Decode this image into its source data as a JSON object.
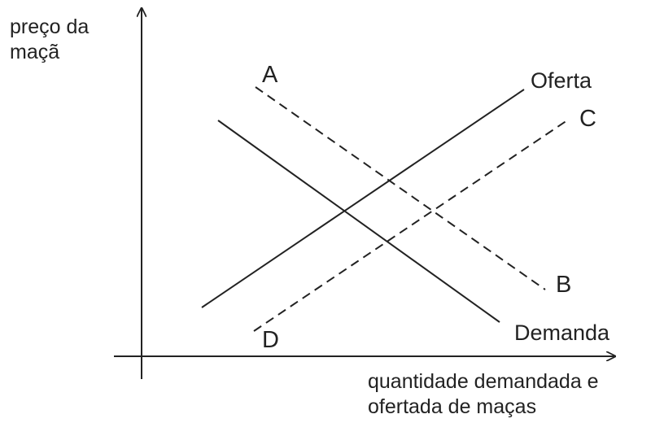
{
  "axes": {
    "y_label_line1": "preço da",
    "y_label_line2": "maçã",
    "x_label_line1": "quantidade demandada e",
    "x_label_line2": "ofertada de maças"
  },
  "curves": {
    "supply": "Oferta",
    "demand": "Demanda"
  },
  "points": {
    "a": "A",
    "b": "B",
    "c": "C",
    "d": "D"
  },
  "colors": {
    "ink": "#222222"
  }
}
